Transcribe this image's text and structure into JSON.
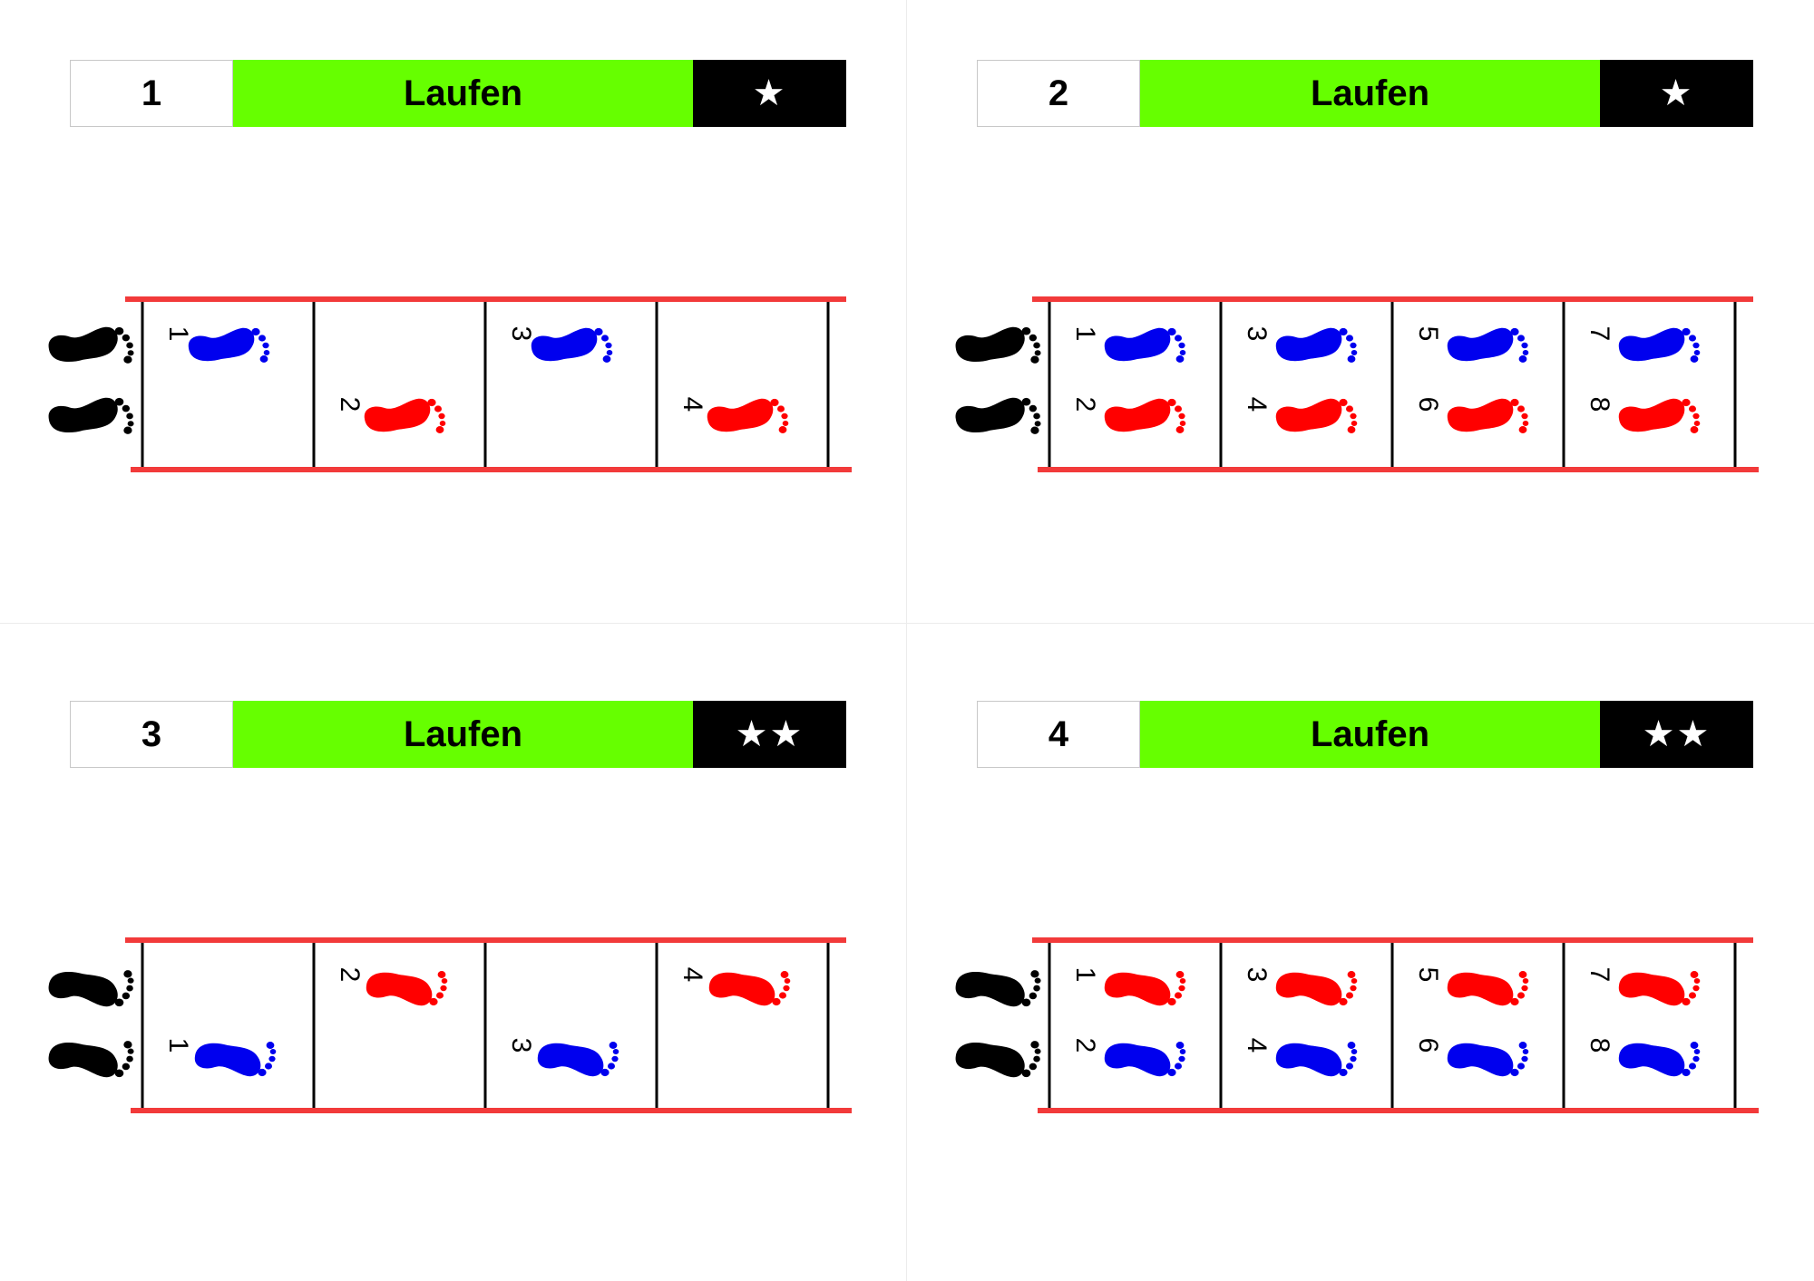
{
  "colors": {
    "title_bg": "#66ff00",
    "rail": "#f23a3a",
    "left_foot": "#0000ee",
    "right_foot": "#ff0000",
    "start_foot": "#000000",
    "stars_bg": "#000000"
  },
  "icons": [
    "footprint-icon",
    "star-icon"
  ],
  "cards": [
    {
      "number": "1",
      "title": "Laufen",
      "stars": "★",
      "steps": [
        {
          "n": "1",
          "foot": "left",
          "lane": "top"
        },
        {
          "n": "2",
          "foot": "right",
          "lane": "bottom"
        },
        {
          "n": "3",
          "foot": "left",
          "lane": "top"
        },
        {
          "n": "4",
          "foot": "right",
          "lane": "bottom"
        }
      ]
    },
    {
      "number": "2",
      "title": "Laufen",
      "stars": "★",
      "steps": [
        {
          "n": "1",
          "foot": "left",
          "lane": "top"
        },
        {
          "n": "2",
          "foot": "right",
          "lane": "bottom"
        },
        {
          "n": "3",
          "foot": "left",
          "lane": "top"
        },
        {
          "n": "4",
          "foot": "right",
          "lane": "bottom"
        },
        {
          "n": "5",
          "foot": "left",
          "lane": "top"
        },
        {
          "n": "6",
          "foot": "right",
          "lane": "bottom"
        },
        {
          "n": "7",
          "foot": "left",
          "lane": "top"
        },
        {
          "n": "8",
          "foot": "right",
          "lane": "bottom"
        }
      ]
    },
    {
      "number": "3",
      "title": "Laufen",
      "stars": "★★",
      "steps": [
        {
          "n": "1",
          "foot": "left",
          "lane": "bottom"
        },
        {
          "n": "2",
          "foot": "right",
          "lane": "top"
        },
        {
          "n": "3",
          "foot": "left",
          "lane": "bottom"
        },
        {
          "n": "4",
          "foot": "right",
          "lane": "top"
        }
      ]
    },
    {
      "number": "4",
      "title": "Laufen",
      "stars": "★★",
      "steps": [
        {
          "n": "1",
          "foot": "right",
          "lane": "top"
        },
        {
          "n": "2",
          "foot": "left",
          "lane": "bottom"
        },
        {
          "n": "3",
          "foot": "right",
          "lane": "top"
        },
        {
          "n": "4",
          "foot": "left",
          "lane": "bottom"
        },
        {
          "n": "5",
          "foot": "right",
          "lane": "top"
        },
        {
          "n": "6",
          "foot": "left",
          "lane": "bottom"
        },
        {
          "n": "7",
          "foot": "right",
          "lane": "top"
        },
        {
          "n": "8",
          "foot": "left",
          "lane": "bottom"
        }
      ]
    }
  ]
}
